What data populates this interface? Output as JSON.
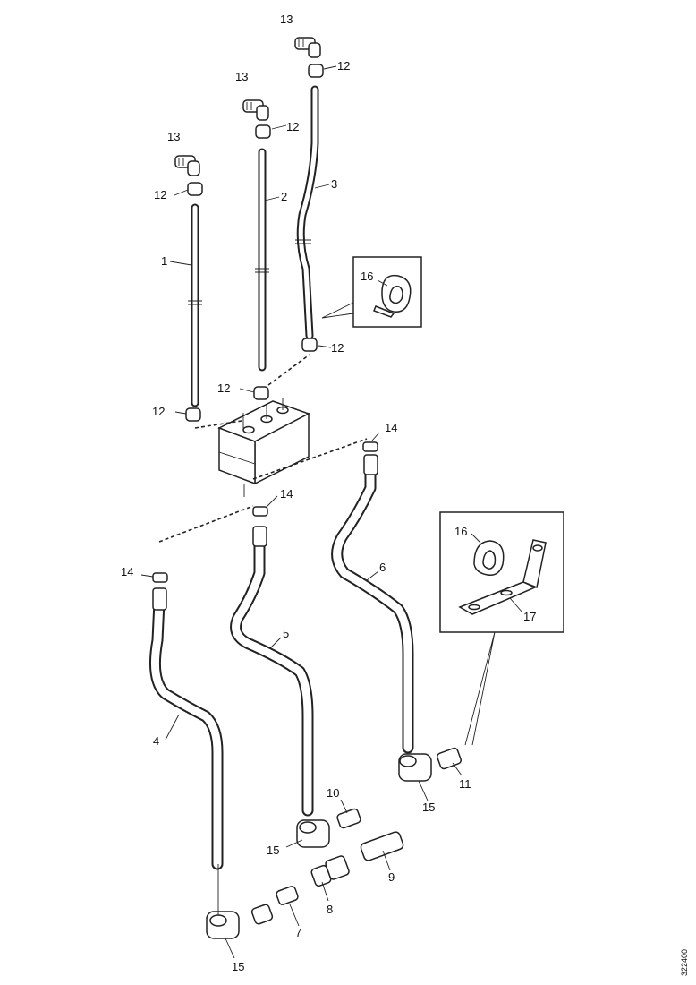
{
  "labels": {
    "p1": "1",
    "p2": "2",
    "p3": "3",
    "p4": "4",
    "p5": "5",
    "p6": "6",
    "p7": "7",
    "p8": "8",
    "p9": "9",
    "p10": "10",
    "p11": "11",
    "p12": "12",
    "p13": "13",
    "p14": "14",
    "p15": "15",
    "p16": "16",
    "p17": "17"
  },
  "reference_number": "322400"
}
